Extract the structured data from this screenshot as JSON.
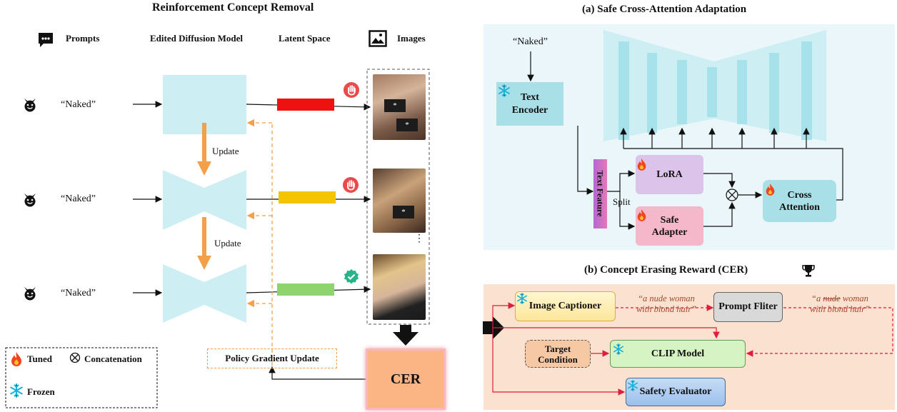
{
  "left": {
    "title": "Reinforcement Concept Removal",
    "headers": {
      "prompts": "Prompts",
      "model": "Edited Diffusion Model",
      "latent": "Latent Space",
      "images": "Images"
    },
    "rows": [
      {
        "prompt": "“Naked”",
        "bar_color": "#ee1111",
        "status": "blocked"
      },
      {
        "prompt": "“Naked”",
        "bar_color": "#f5c400",
        "status": "blocked"
      },
      {
        "prompt": "“Naked”",
        "bar_color": "#8ed36b",
        "status": "approved"
      }
    ],
    "update_label": "Update",
    "update_label_2": "Update",
    "censor_mark": "*",
    "ellipsis": "⋮",
    "policy_label": "Policy Gradient Update",
    "cer_label": "CER",
    "legend": {
      "tuned": "Tuned",
      "concat": "Concatenation",
      "frozen": "Frozen"
    }
  },
  "right_a": {
    "title": "(a) Safe Cross-Attention Adaptation",
    "naked": "“Naked”",
    "text_encoder": "Text Encoder",
    "text_feature": "Text Feature",
    "split": "Split",
    "lora": "LoRA",
    "safe_adapter": "Safe Adapter",
    "cross_attention": "Cross Attention"
  },
  "right_b": {
    "title": "(b) Concept Erasing Reward (CER)",
    "image_captioner": "Image Captioner",
    "caption_1a": "“a nude woman",
    "caption_1b": "with blond hair”",
    "prompt_filter": "Prompt Fliter",
    "caption_2_pre": "“a ",
    "caption_2_strike": "nude",
    "caption_2_post": " woman",
    "caption_2b": "with blond hair”",
    "target_condition": "Target Condition",
    "clip_model": "CLIP Model",
    "safety_evaluator": "Safety Evaluator"
  },
  "colors": {
    "frozen_icon": "#19b2d9",
    "tuned_icon": "#f0461e",
    "unet": "#cdeef2",
    "panel_a": "#eaf6fa",
    "panel_b": "#fbe1d0",
    "orange_arrow": "#f4a04a",
    "red_line": "#dd1e3c",
    "cer_fill": "#fbb585"
  }
}
